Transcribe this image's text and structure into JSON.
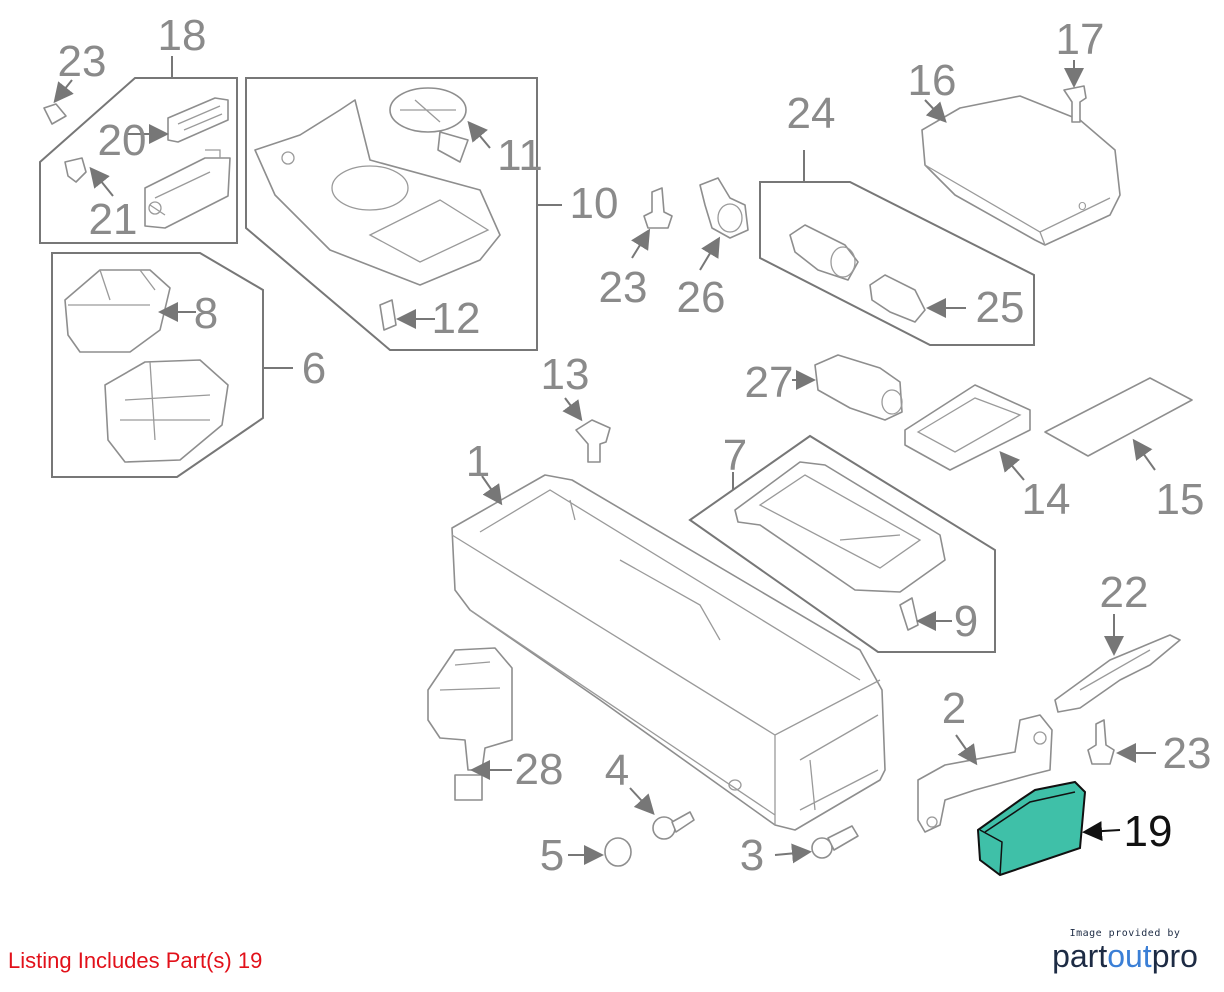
{
  "diagram": {
    "callouts": [
      "1",
      "2",
      "3",
      "4",
      "5",
      "6",
      "7",
      "8",
      "9",
      "10",
      "11",
      "12",
      "13",
      "14",
      "15",
      "16",
      "17",
      "18",
      "19",
      "20",
      "21",
      "22",
      "23",
      "24",
      "25",
      "26",
      "27",
      "28"
    ],
    "highlighted_part": "19",
    "highlight_color": "#3fc0a8"
  },
  "footer": {
    "listing_text": "Listing Includes Part(s)  19",
    "credit_small": "Image provided by",
    "logo_main": "partoutpro",
    "logo_part1": "part",
    "logo_part2": "out",
    "logo_part3": "pro"
  }
}
